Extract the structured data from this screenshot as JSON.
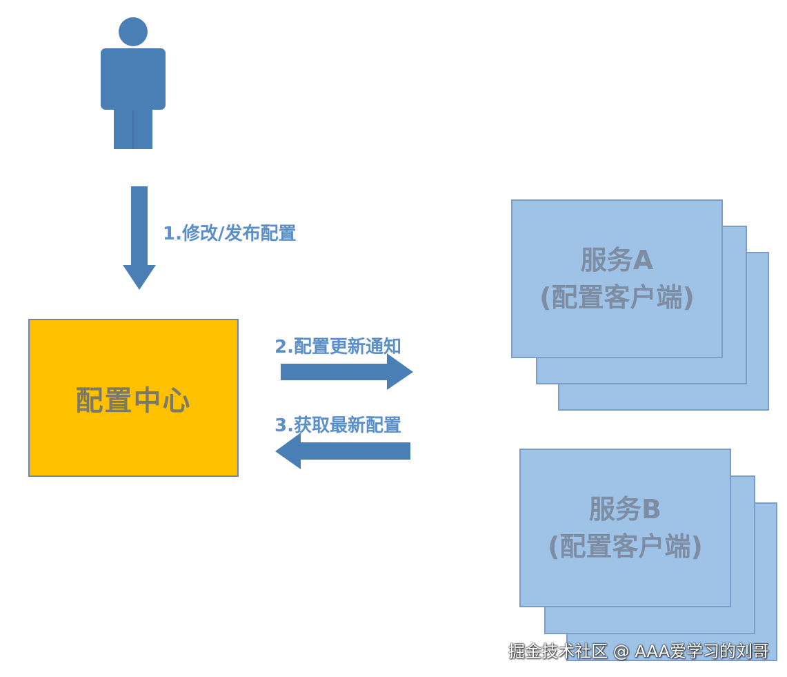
{
  "diagram": {
    "config_center": {
      "label": "配置中心",
      "fill_color": "#ffc000",
      "text_color": "#7a7a6a"
    },
    "steps": [
      {
        "label": "1.修改/发布配置"
      },
      {
        "label": "2.配置更新通知"
      },
      {
        "label": "3.获取最新配置"
      }
    ],
    "services": [
      {
        "name": "服务A",
        "subtitle": "(配置客户端)"
      },
      {
        "name": "服务B",
        "subtitle": "(配置客户端)"
      }
    ],
    "user_icon": "person-icon",
    "colors": {
      "primary_blue": "#4a7fb5",
      "label_blue": "#5b8fc9",
      "service_fill": "#9fc3e7",
      "service_text": "#7d8da3"
    }
  },
  "watermark": {
    "text": "掘金技术社区 @ AAA爱学习的刘哥",
    "color": "#ffffff"
  }
}
